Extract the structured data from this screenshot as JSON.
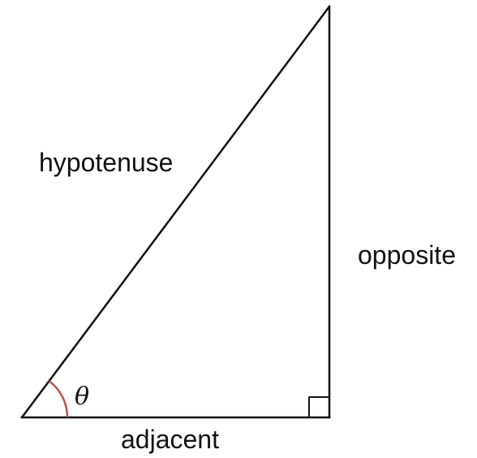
{
  "labels": {
    "hypotenuse": "hypotenuse",
    "opposite": "opposite",
    "adjacent": "adjacent",
    "angle": "θ"
  },
  "colors": {
    "stroke": "#111111",
    "angle_arc": "#c0504d",
    "angle_label": "#111111",
    "background": "#ffffff"
  }
}
